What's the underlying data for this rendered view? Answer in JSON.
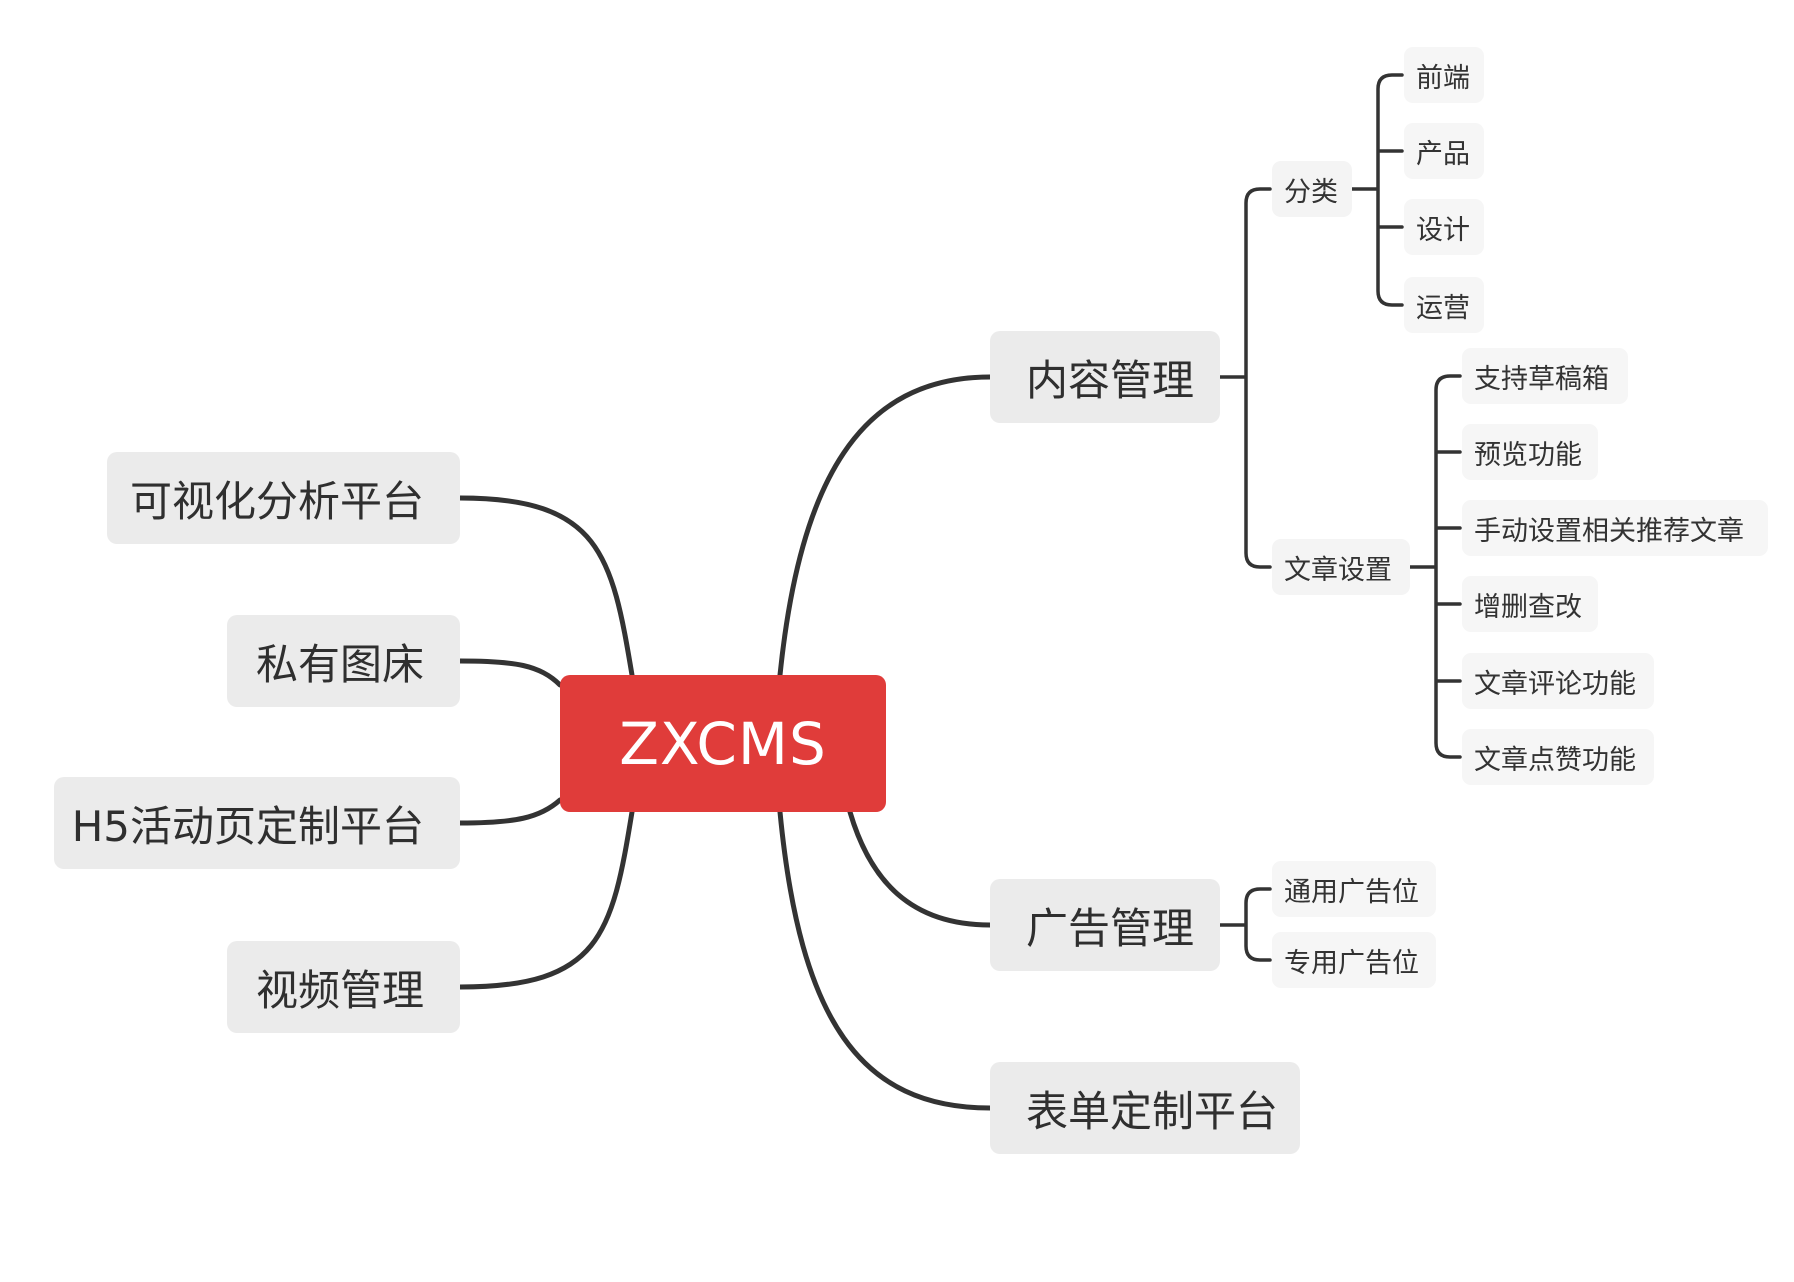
{
  "diagram": {
    "root": "ZXCMS",
    "left": [
      "可视化分析平台",
      "私有图床",
      "H5活动页定制平台",
      "视频管理"
    ],
    "right": {
      "content": {
        "label": "内容管理",
        "category": {
          "label": "分类",
          "items": [
            "前端",
            "产品",
            "设计",
            "运营"
          ]
        },
        "article": {
          "label": "文章设置",
          "items": [
            "支持草稿箱",
            "预览功能",
            "手动设置相关推荐文章",
            "增删查改",
            "文章评论功能",
            "文章点赞功能"
          ]
        }
      },
      "ads": {
        "label": "广告管理",
        "items": [
          "通用广告位",
          "专用广告位"
        ]
      },
      "forms": {
        "label": "表单定制平台"
      }
    },
    "colors": {
      "root": "#e03c3a",
      "node": "#ebebeb",
      "line": "#333333"
    }
  }
}
